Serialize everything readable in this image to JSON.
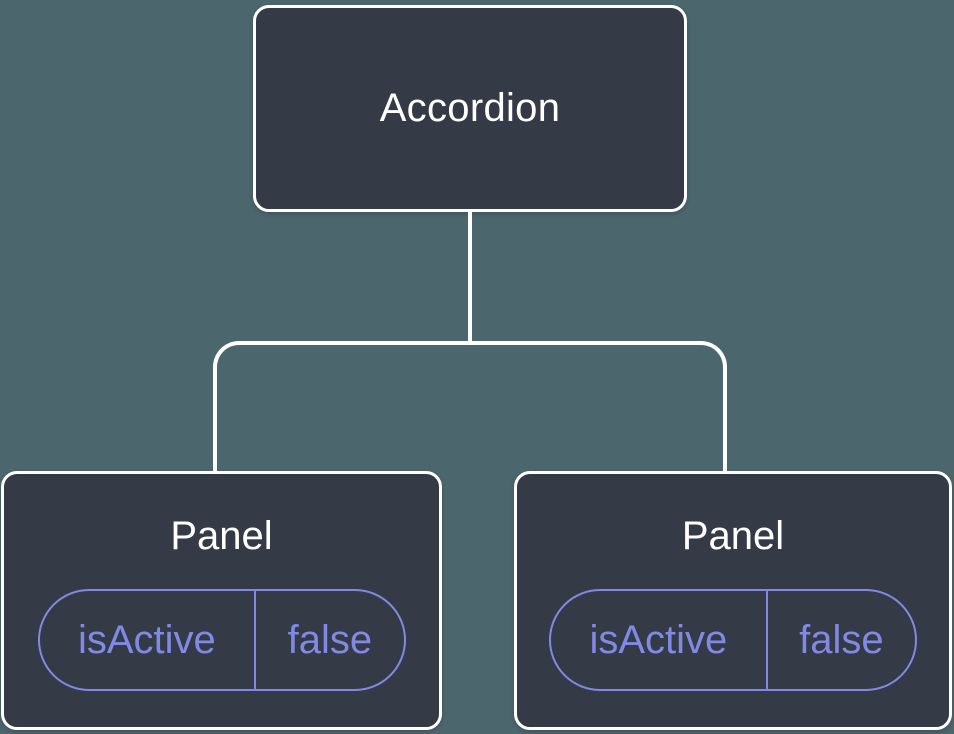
{
  "diagram": {
    "type": "component-tree",
    "root_node": {
      "label": "Accordion"
    },
    "panels": [
      {
        "label": "Panel",
        "state": {
          "name": "isActive",
          "value": "false"
        }
      },
      {
        "label": "Panel",
        "state": {
          "name": "isActive",
          "value": "false"
        }
      }
    ],
    "colors": {
      "background": "#4C666E",
      "node_fill": "#343A46",
      "node_border": "#FFFFFF",
      "connector": "#FFFFFF",
      "label_text": "#FFFFFF",
      "state_accent": "#8289E4"
    }
  }
}
